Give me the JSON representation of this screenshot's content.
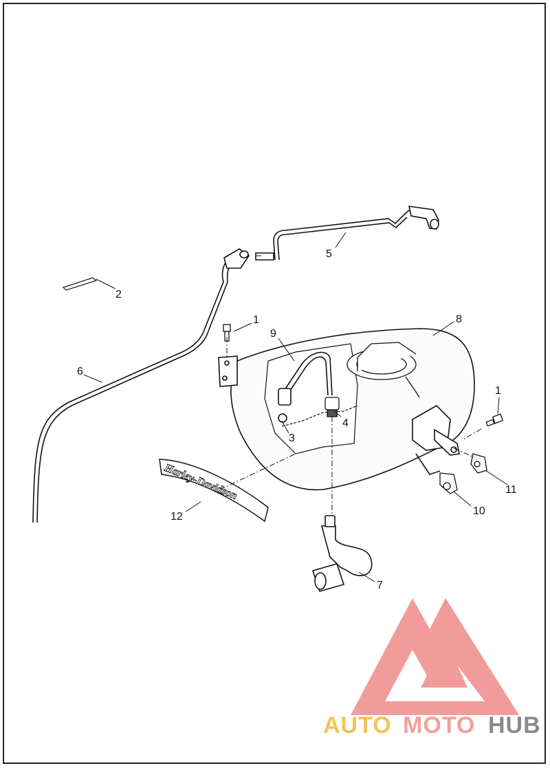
{
  "callouts": {
    "c1a": "1",
    "c1b": "1",
    "c2": "2",
    "c3": "3",
    "c4": "4",
    "c5": "5",
    "c6": "6",
    "c7": "7",
    "c8": "8",
    "c9": "9",
    "c10": "10",
    "c11": "11",
    "c12": "12"
  },
  "emblem_text": "Harley-Davidson",
  "watermark": {
    "part1": "AUTO",
    "part2": "MOTO",
    "part3": "HUB",
    "color_auto": "#f5c25a",
    "color_moto": "#f2a09a",
    "color_hub": "#8a8a8a",
    "logo_color": "#f08a8a"
  }
}
